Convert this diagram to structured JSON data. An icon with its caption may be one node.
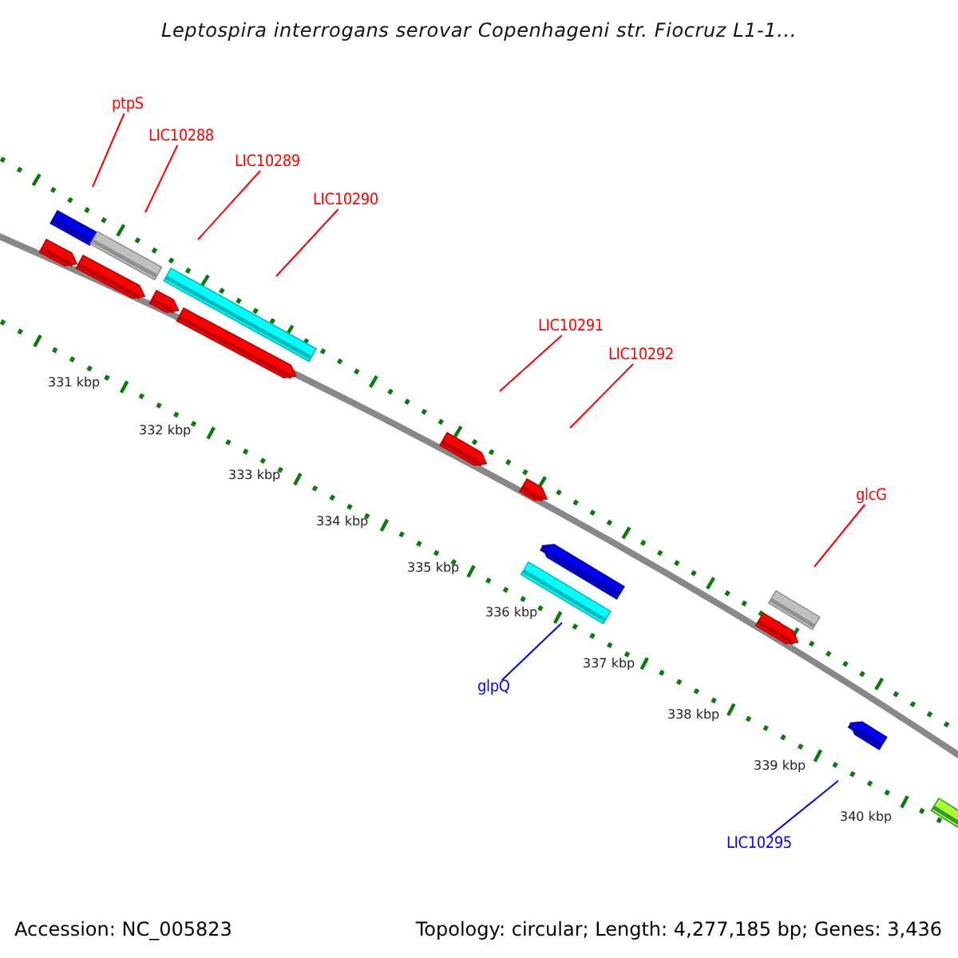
{
  "diagram": {
    "title": "Leptospira interrogans serovar Copenhageni str. Fiocruz L1-1...",
    "nodes": [
      {
        "text": [
          "ptpS"
        ]
      },
      {
        "text": [
          "LIC10288"
        ]
      },
      {
        "text": [
          "LIC10289"
        ]
      },
      {
        "text": [
          "LIC10290"
        ]
      },
      {
        "text": [
          "LIC10291"
        ]
      },
      {
        "text": [
          "LIC10292"
        ]
      },
      {
        "text": [
          "glcG"
        ]
      },
      {
        "text": [
          "glpQ"
        ]
      },
      {
        "text": [
          "LIC10295"
        ]
      }
    ],
    "edges": [
      {
        "from": 0,
        "to": null,
        "arrow": "none"
      },
      {
        "from": 1,
        "to": null,
        "arrow": "none"
      },
      {
        "from": 2,
        "to": null,
        "arrow": "none"
      },
      {
        "from": 3,
        "to": null,
        "arrow": "none"
      },
      {
        "from": 4,
        "to": null,
        "arrow": "none"
      },
      {
        "from": 5,
        "to": null,
        "arrow": "none"
      },
      {
        "from": 6,
        "to": null,
        "arrow": "none"
      },
      {
        "from": 7,
        "to": null,
        "arrow": "none",
        "color": "#0000ff"
      },
      {
        "from": 8,
        "to": null,
        "arrow": "none",
        "color": "#0000ff"
      }
    ],
    "labels": [
      "331 kbp",
      "332 kbp",
      "333 kbp",
      "334 kbp",
      "335 kbp",
      "336 kbp",
      "337 kbp",
      "338 kbp",
      "339 kbp",
      "340 kbp",
      "Accession: NC_005823",
      "Topology: circular; Length: 4,277,185 bp; Genes: 3,436"
    ]
  }
}
